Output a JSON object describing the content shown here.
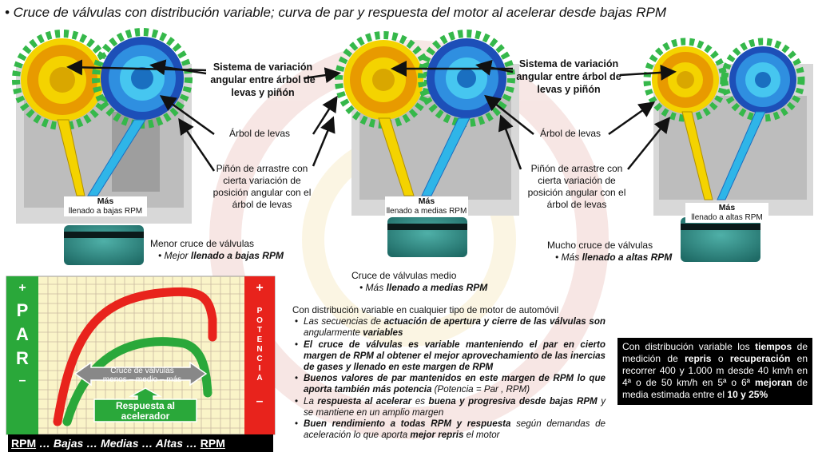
{
  "title": "• Cruce de válvulas con distribución variable; curva de par y respuesta del motor al acelerar desde bajas RPM",
  "labels": {
    "variation_system_1": "Sistema de variación angular entre árbol de levas y piñón",
    "variation_system_2": "Sistema de variación angular entre árbol de levas y piñón",
    "camshaft_1": "Árbol de levas",
    "camshaft_2": "Árbol de levas",
    "pinion_1": "Piñón de arrastre con cierta variación de posición angular con el árbol de levas",
    "pinion_2": "Piñón de arrastre con cierta variación de posición angular con el árbol de levas"
  },
  "engines": [
    {
      "fill_strong": "Más",
      "fill_rest": "llenado a bajas RPM",
      "overlap_title": "Menor cruce de válvulas",
      "overlap_prefix": "Mejor",
      "overlap_bold": "llenado a bajas RPM"
    },
    {
      "fill_strong": "Más",
      "fill_rest": "llenado  a medias RPM",
      "overlap_title": "Cruce de válvulas  medio",
      "overlap_prefix": "Más",
      "overlap_bold": "llenado a medias RPM"
    },
    {
      "fill_strong": "Más",
      "fill_rest": "llenado a altas RPM",
      "overlap_title": "Mucho cruce de válvulas",
      "overlap_prefix": "Más",
      "overlap_bold": "llenado a altas RPM"
    }
  ],
  "chart": {
    "par_label": "PAR",
    "potencia_label": "POTENCIA",
    "plus": "+",
    "minus": "–",
    "overlap_arrow_line1": "Cruce de válvulas",
    "overlap_arrow_line2": "menos – medio – más",
    "response_line1": "Respuesta al",
    "response_line2": "acelerador",
    "rpm_left": "RPM",
    "rpm_middle": " … Bajas … Medias … Altas … ",
    "rpm_right": "RPM",
    "colors": {
      "red": "#e8231c",
      "green": "#2aa83a",
      "grid_bg": "#faf4c8"
    }
  },
  "bullets": {
    "heading": "Con distribución variable en cualquier tipo de motor de automóvil",
    "items": [
      {
        "parts": [
          [
            "Las secuencias de ",
            false
          ],
          [
            "actuación de apertura y cierre de las válvulas son",
            true
          ],
          [
            " angularmente ",
            false
          ],
          [
            "variables",
            true
          ]
        ]
      },
      {
        "parts": [
          [
            "El cruce de válvulas es variable manteniendo el par en cierto margen de RPM al obtener el mejor aprovechamiento de las inercias de gases y llenado en este margen de RPM",
            true
          ]
        ]
      },
      {
        "parts": [
          [
            "Buenos valores de par mantenidos en este margen de RPM lo que aporta también más potencia",
            true
          ],
          [
            " (Potencia = Par , RPM)",
            false
          ]
        ]
      },
      {
        "parts": [
          [
            "La ",
            false
          ],
          [
            "respuesta al acelerar",
            true
          ],
          [
            " es ",
            false
          ],
          [
            "buena y progresiva desde bajas RPM",
            true
          ],
          [
            " y se mantiene en un amplio margen",
            false
          ]
        ]
      },
      {
        "parts": [
          [
            "Buen rendimiento a todas RPM y respuesta",
            true
          ],
          [
            " según demandas de aceleración lo que aporta ",
            false
          ],
          [
            "mejor repris",
            true
          ],
          [
            " el motor",
            false
          ]
        ]
      }
    ]
  },
  "info_box": {
    "parts": [
      [
        "Con distribución variable los ",
        false
      ],
      [
        "tiempos",
        true
      ],
      [
        " de medición de ",
        false
      ],
      [
        "repris",
        true
      ],
      [
        " o  ",
        false
      ],
      [
        "recuperación",
        true
      ],
      [
        " en recorrer 400 y 1.000 m desde 40 km/h en 4ª o de 50 km/h en 5ª o 6ª ",
        false
      ],
      [
        "mejoran",
        true
      ],
      [
        " de media estimada entre el ",
        false
      ],
      [
        "10 y 25%",
        true
      ]
    ]
  }
}
